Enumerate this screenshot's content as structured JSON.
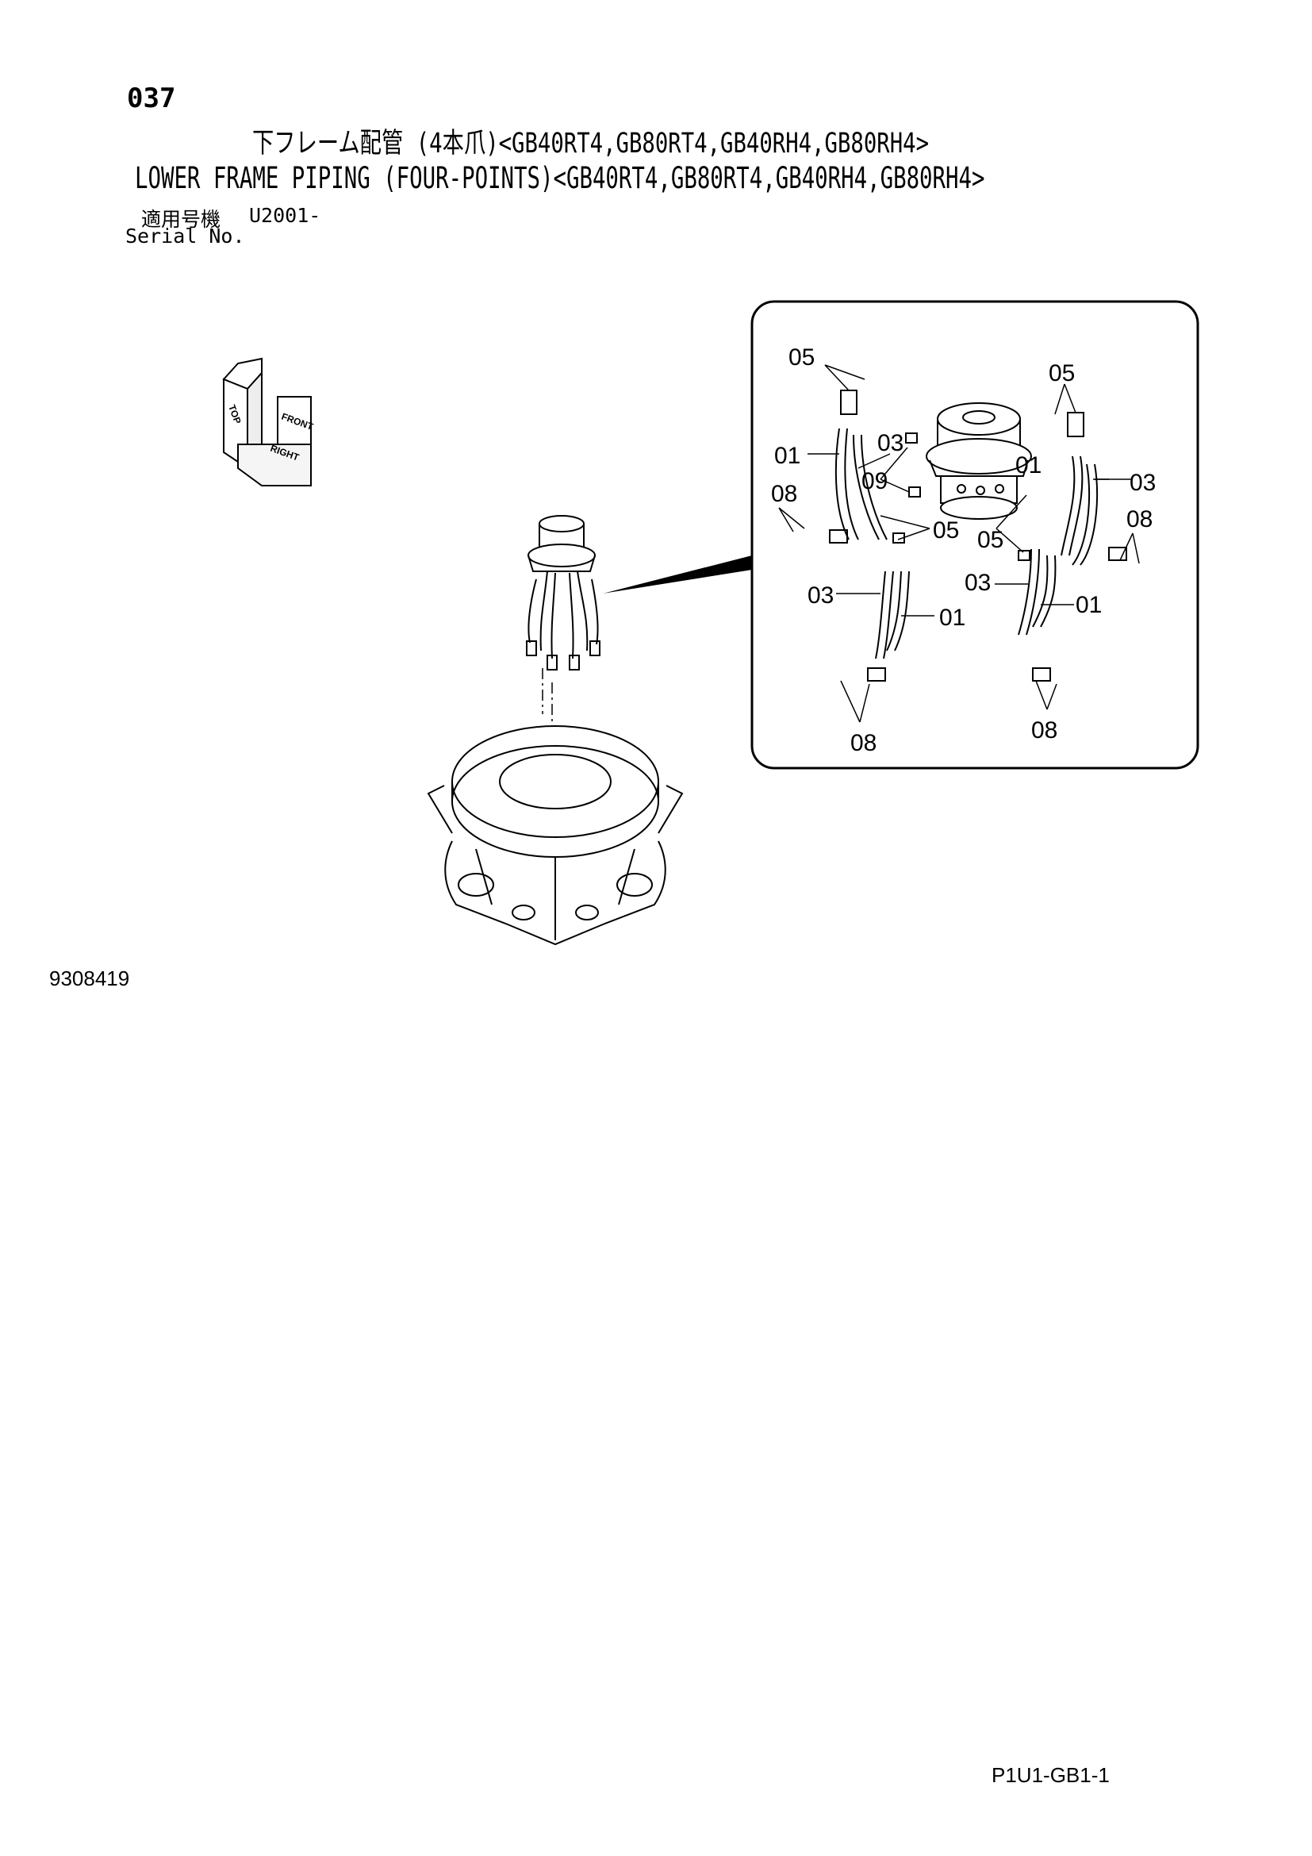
{
  "page": {
    "number": "037",
    "title_jp": "下フレーム配管 (4本爪)<GB40RT4,GB80RT4,GB40RH4,GB80RH4>",
    "title_en": "LOWER FRAME PIPING (FOUR-POINTS)<GB40RT4,GB80RT4,GB40RH4,GB80RH4>",
    "serial_label_jp": "適用号機",
    "serial_value": "U2001-",
    "serial_label_en": "Serial No.",
    "drawing_id": "9308419",
    "page_code": "P1U1-GB1-1"
  },
  "orientation": {
    "top": "TOP",
    "front": "FRONT",
    "right": "RIGHT"
  },
  "callouts": {
    "c05a": "05",
    "c05b": "05",
    "c05c": "05",
    "c05d": "05",
    "c01a": "01",
    "c01b": "01",
    "c01c": "01",
    "c01d": "01",
    "c03a": "03",
    "c03b": "03",
    "c03c": "03",
    "c03d": "03",
    "c08a": "08",
    "c08b": "08",
    "c08c": "08",
    "c08d": "08",
    "c09": "09"
  }
}
